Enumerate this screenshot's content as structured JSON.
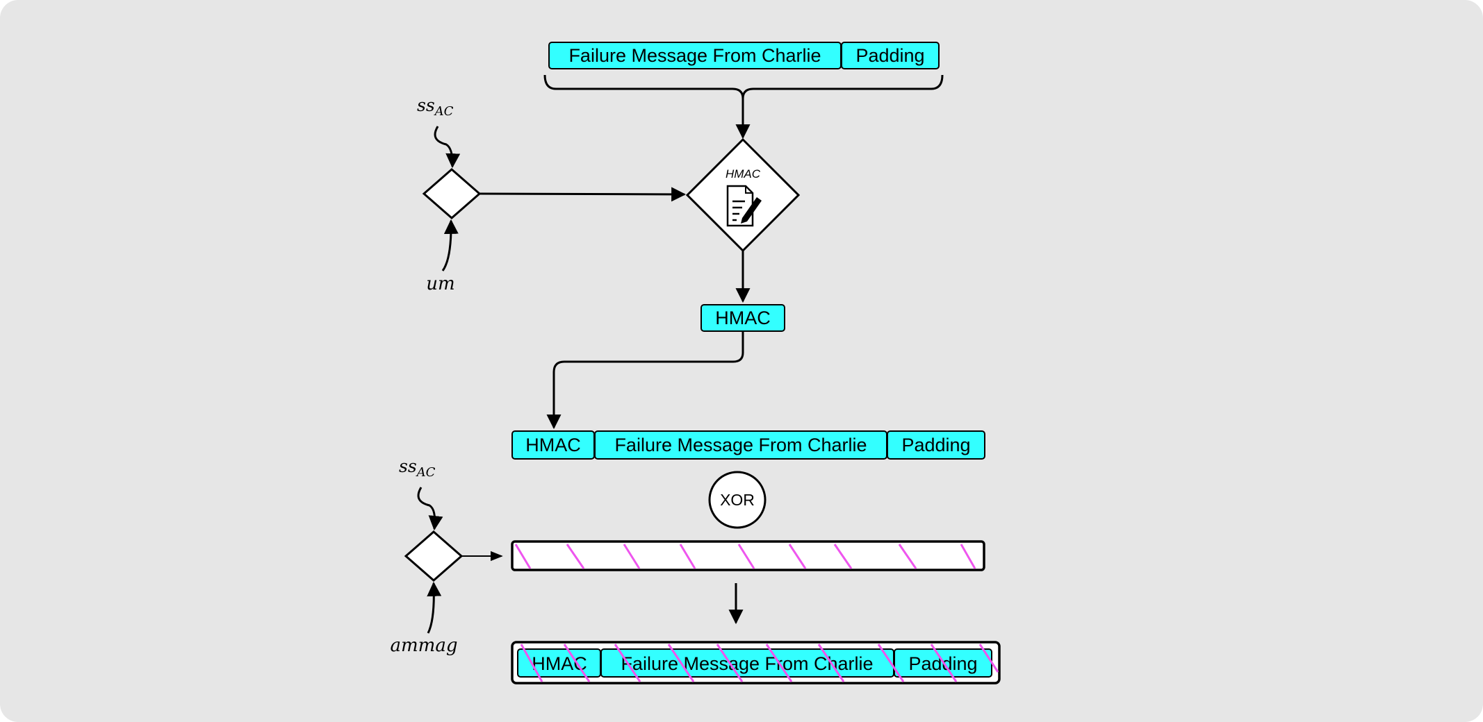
{
  "colors": {
    "background": "#e6e6e6",
    "field_fill": "#33ffff",
    "stroke": "#000000",
    "hatch": "#ee55ee",
    "white": "#ffffff"
  },
  "top_packet": {
    "failure_label": "Failure Message From Charlie",
    "padding_label": "Padding"
  },
  "hmac_node": {
    "label": "HMAC",
    "icon": "document-sign-icon"
  },
  "key_gen_top": {
    "input_top": "ss",
    "input_top_sub": "AC",
    "input_bottom": "um"
  },
  "hmac_output": {
    "label": "HMAC"
  },
  "middle_packet": {
    "hmac_label": "HMAC",
    "failure_label": "Failure Message From Charlie",
    "padding_label": "Padding"
  },
  "xor": {
    "label": "XOR"
  },
  "key_gen_bottom": {
    "input_top": "ss",
    "input_top_sub": "AC",
    "input_bottom": "ammag"
  },
  "result_packet": {
    "hmac_label": "HMAC",
    "failure_label": "Failure Message From Charlie",
    "padding_label": "Padding"
  }
}
